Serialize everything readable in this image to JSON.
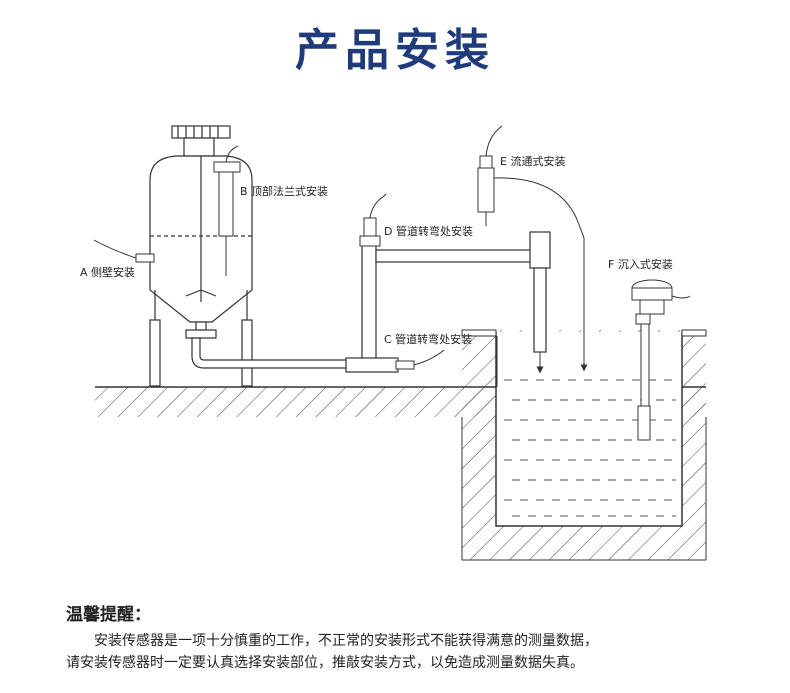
{
  "title": "产品安装",
  "labels": {
    "a": "A 侧壁安装",
    "b": "B 顶部法兰式安装",
    "c": "C 管道转弯处安装",
    "d": "D 管道转弯处安装",
    "e": "E 流通式安装",
    "f": "F 沉入式安装"
  },
  "tip": {
    "heading": "温馨提醒：",
    "line1": "安装传感器是一项十分慎重的工作，不正常的安装形式不能获得满意的测量数据，",
    "line2": "请安装传感器时一定要认真选择安装部位，推敲安装方式，以免造成测量数据失真。"
  },
  "colors": {
    "title": "#1f3b7a",
    "line": "#333333"
  }
}
